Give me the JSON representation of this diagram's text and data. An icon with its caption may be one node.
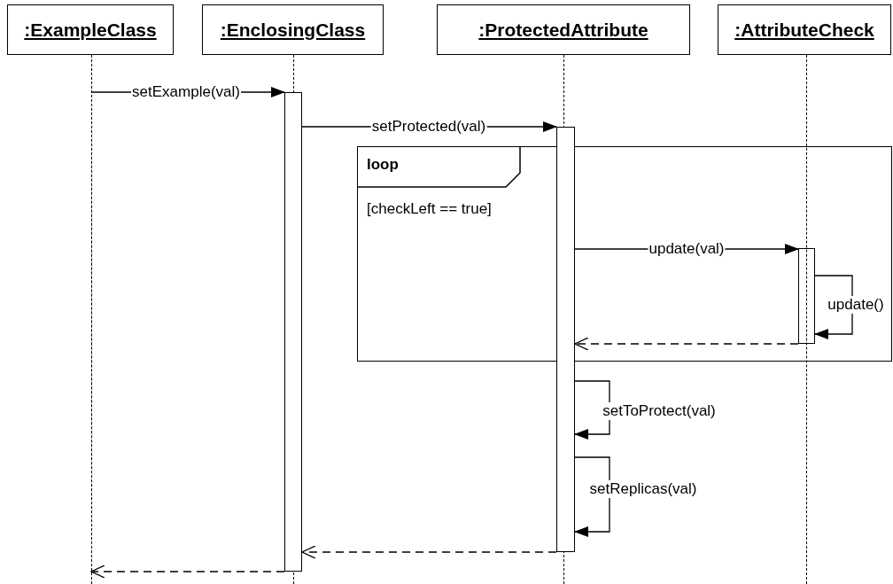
{
  "diagram": {
    "nodes": [
      {
        "text": [
          ":ExampleClass"
        ]
      },
      {
        "text": [
          ":EnclosingClass"
        ]
      },
      {
        "text": [
          ":ProtectedAttribute"
        ]
      },
      {
        "text": [
          ":AttributeCheck"
        ]
      },
      {
        "text": [],
        "shape": "line"
      },
      {
        "text": [],
        "shape": "bar"
      },
      {
        "text": [],
        "shape": "bar"
      },
      {
        "text": [],
        "shape": "bar",
        "in": 8
      },
      {
        "text": [
          "loop",
          "[checkLeft == true]"
        ]
      }
    ],
    "edges": [
      {
        "from": 4,
        "to": 5,
        "arrow": "to",
        "label": "setExample(val)"
      },
      {
        "from": 5,
        "to": 6,
        "arrow": "to",
        "label": "setProtected(val)"
      },
      {
        "from": 6,
        "to": 7,
        "arrow": "to",
        "label": "update(val)"
      },
      {
        "from": 7,
        "to": 7,
        "arrow": "to",
        "label": "update()"
      },
      {
        "from": 7,
        "to": 6,
        "arrow": "to",
        "style": "dashed"
      },
      {
        "from": 6,
        "to": 6,
        "arrow": "to",
        "label": "setToProtect(val)"
      },
      {
        "from": 6,
        "to": 6,
        "arrow": "to",
        "label": "setReplicas(val)"
      },
      {
        "from": 6,
        "to": 5,
        "arrow": "to",
        "style": "dashed"
      },
      {
        "from": 5,
        "to": 4,
        "arrow": "to",
        "style": "dashed"
      }
    ]
  }
}
